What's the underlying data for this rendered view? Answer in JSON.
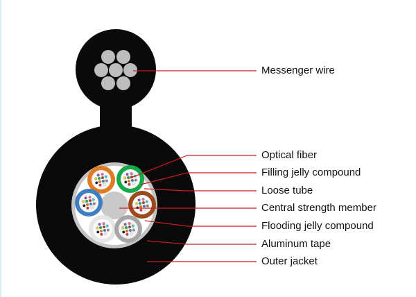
{
  "labels": {
    "messenger_wire": "Messenger wire",
    "optical_fiber": "Optical fiber",
    "filling_jelly_compound": "Filling jelly compound",
    "loose_tube": "Loose tube",
    "central_strength_member": "Central strength member",
    "flooding_jelly_compound": "Flooding jelly compound",
    "aluminum_tape": "Aluminum tape",
    "outer_jacket": "Outer jacket"
  },
  "colors": {
    "jacket": "#0a0a0a",
    "leader_line": "#c81e1e",
    "steel_strand": "#bdbdbd",
    "tube_orange": "#e07b22",
    "tube_green": "#14a84a",
    "tube_blue": "#3f7fc0",
    "tube_brown": "#9a4a1c",
    "tube_white": "#f2f2f2",
    "tube_gray": "#a6a6a6",
    "aluminum_tape": "#c4c4c4",
    "flooding_compound": "#ffffff"
  }
}
